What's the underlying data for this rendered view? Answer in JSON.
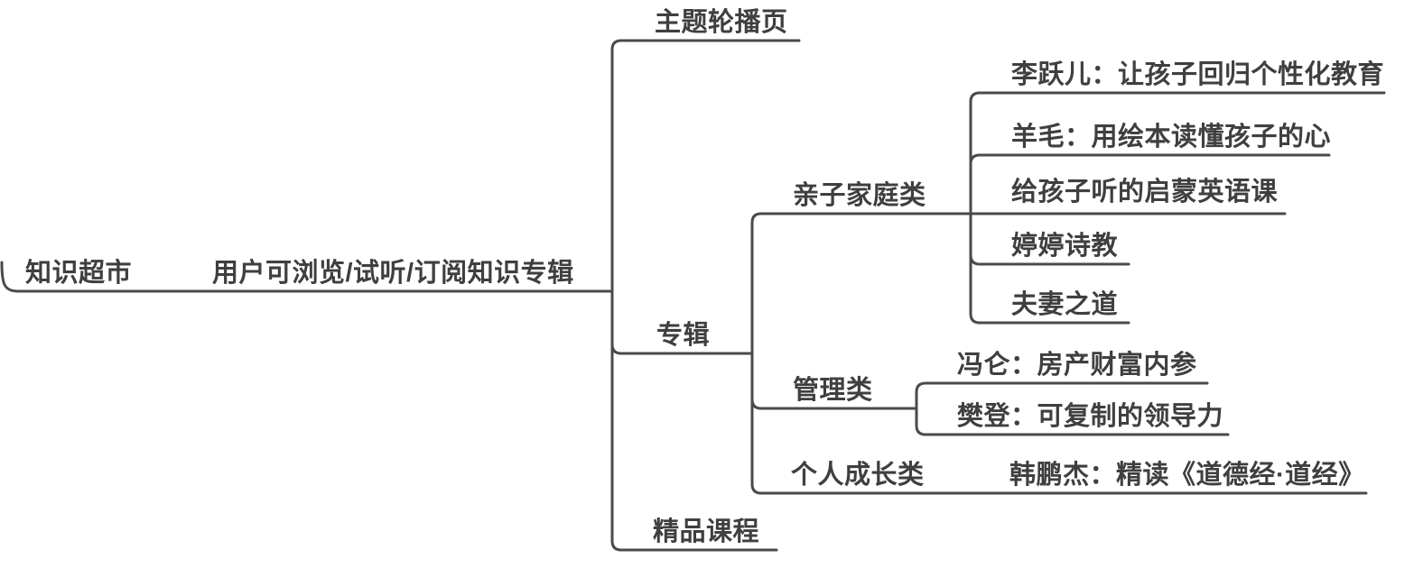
{
  "colors": {
    "background": "#ffffff",
    "line": "#4a4a4a",
    "text": "#3f3f3f"
  },
  "mindmap": {
    "root": {
      "label": "知识超市"
    },
    "note": {
      "label": "用户可浏览/试听/订阅知识专辑"
    },
    "branches": [
      {
        "label": "主题轮播页"
      },
      {
        "label": "专辑",
        "categories": [
          {
            "label": "亲子家庭类",
            "albums": [
              "李跃儿：让孩子回归个性化教育",
              "羊毛：用绘本读懂孩子的心",
              "给孩子听的启蒙英语课",
              "婷婷诗教",
              "夫妻之道"
            ]
          },
          {
            "label": "管理类",
            "albums": [
              "冯仑：房产财富内参",
              "樊登：可复制的领导力"
            ]
          },
          {
            "label": "个人成长类",
            "albums": [
              "韩鹏杰：精读《道德经·道经》"
            ]
          }
        ]
      },
      {
        "label": "精品课程"
      }
    ]
  }
}
